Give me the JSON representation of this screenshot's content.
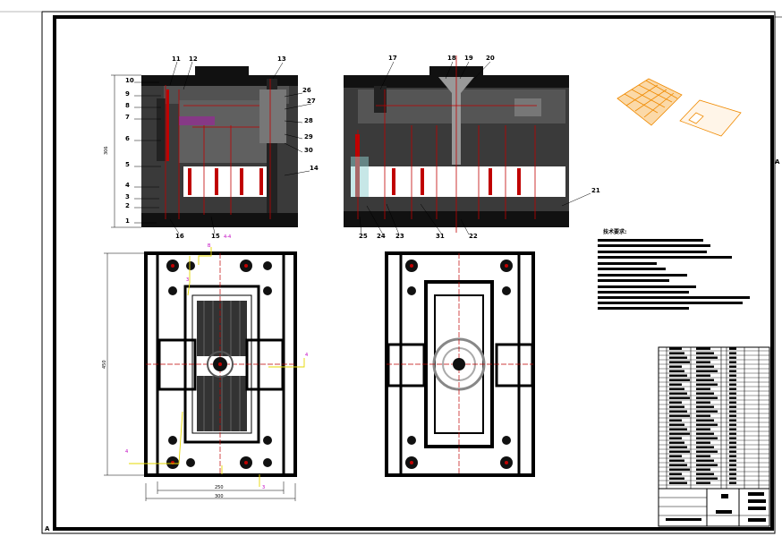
{
  "drawing": {
    "callouts_left": [
      "10",
      "9",
      "8",
      "7",
      "6",
      "5",
      "4",
      "3",
      "2",
      "1"
    ],
    "callouts_top_left": [
      "11",
      "12"
    ],
    "callouts_13": "13",
    "callouts_right_left": [
      "26",
      "27",
      "28",
      "29",
      "30",
      "14"
    ],
    "callouts_bottom_left": [
      "16",
      "15"
    ],
    "callouts_top_right": [
      "17",
      "18",
      "19",
      "20"
    ],
    "callout_21": "21",
    "callouts_bottom_right": [
      "25",
      "24",
      "23",
      "31",
      "22"
    ],
    "dim_height_top": "306",
    "dim_height_bottom": "450",
    "dim_width_inner": "250",
    "dim_width_outer": "300",
    "dim_44": "4-4",
    "marks": {
      "b": "B",
      "three": "3",
      "four": "4"
    },
    "corner_left": "A",
    "corner_right": "A",
    "tech_req_title": "技术要求:"
  }
}
